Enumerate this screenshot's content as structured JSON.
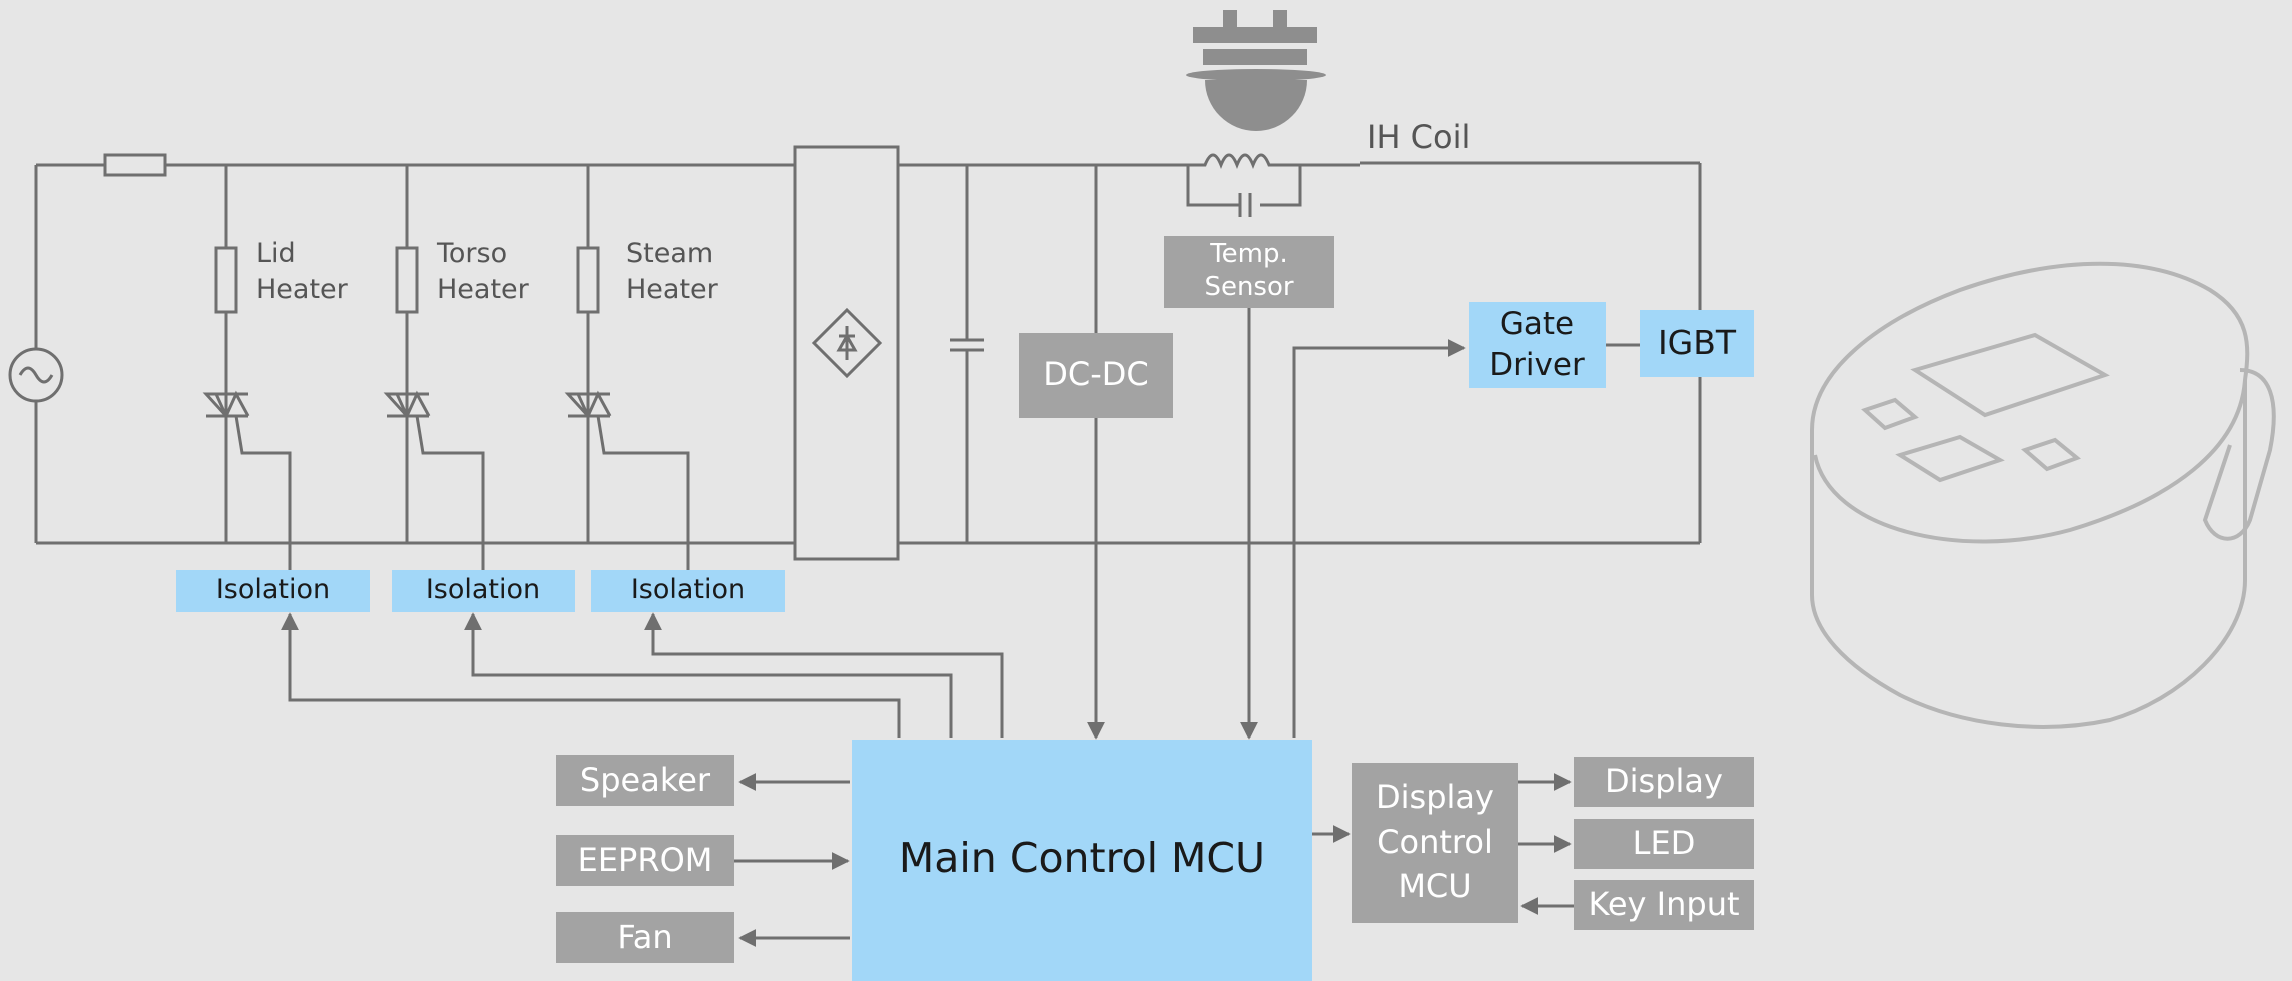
{
  "heaters": {
    "lid": [
      "Lid",
      "Heater"
    ],
    "torso": [
      "Torso",
      "Heater"
    ],
    "steam": [
      "Steam",
      "Heater"
    ]
  },
  "isolation": [
    "Isolation",
    "Isolation",
    "Isolation"
  ],
  "ih_coil": "IH Coil",
  "temp_sensor": [
    "Temp.",
    "Sensor"
  ],
  "dcdc": "DC-DC",
  "gate_driver": [
    "Gate",
    "Driver"
  ],
  "igbt": "IGBT",
  "main_mcu": "Main Control MCU",
  "display_mcu": [
    "Display",
    "Control",
    "MCU"
  ],
  "peripherals": {
    "speaker": "Speaker",
    "eeprom": "EEPROM",
    "fan": "Fan",
    "display": "Display",
    "led": "LED",
    "key_input": "Key Input"
  },
  "colors": {
    "blue_block": "#a2d7f8",
    "gray_block": "#a3a3a3",
    "wire": "#6f6f6f",
    "background": "#e6e6e6"
  }
}
